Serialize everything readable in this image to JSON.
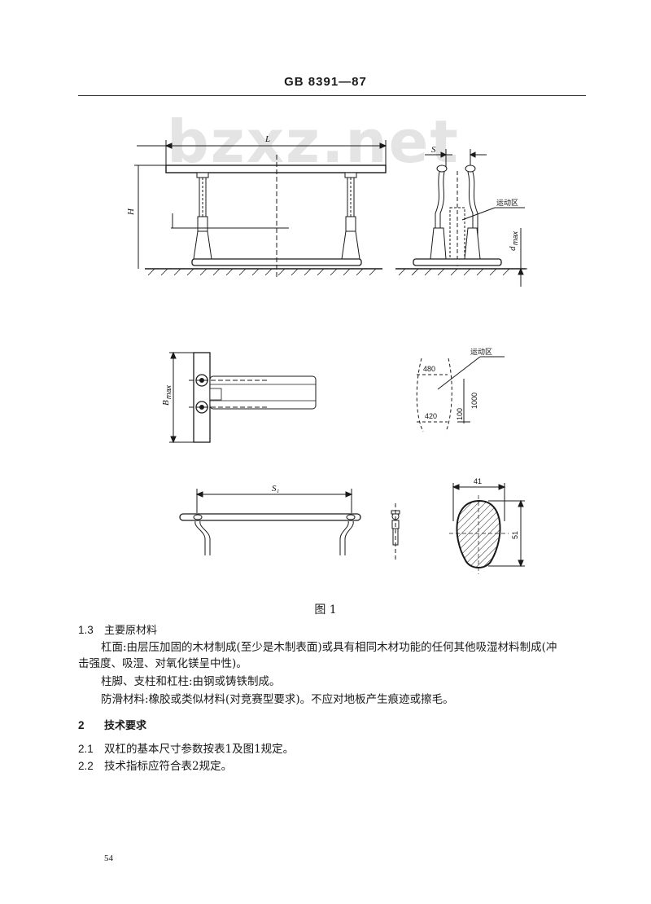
{
  "header": {
    "standard_code": "GB 8391—87"
  },
  "watermark": {
    "text": "bzxz.net"
  },
  "figure": {
    "caption": "图 1",
    "labels": {
      "L": "L",
      "H": "H",
      "S": "S",
      "S1": "S₁",
      "B_max": "B",
      "B_sub": "max",
      "d_max": "d",
      "d_sub": "max",
      "motion_zone_top": "运动区",
      "motion_zone_mid": "运动区",
      "dim_480": "480",
      "dim_420": "420",
      "dim_100": "100",
      "dim_1000": "1000",
      "dim_41": "41",
      "dim_51": "51"
    }
  },
  "sections": {
    "s1_3": {
      "number": "1.3",
      "title": "主要原材料",
      "paragraphs": [
        "杠面:由层压加固的木材制成(至少是木制表面)或具有相同木材功能的任何其他吸湿材料制成(冲",
        "击强度、吸湿、对氧化镁呈中性)。",
        "柱脚、支柱和杠柱:由钢或铸铁制成。",
        "防滑材料:橡胶或类似材料(对竞赛型要求)。不应对地板产生痕迹或擦毛。"
      ]
    },
    "s2": {
      "number": "2",
      "title": "技术要求"
    },
    "s2_1": {
      "number": "2.1",
      "text": "双杠的基本尺寸参数按表1及图1规定。"
    },
    "s2_2": {
      "number": "2.2",
      "text": "技术指标应符合表2规定。"
    }
  },
  "page_number": "54"
}
